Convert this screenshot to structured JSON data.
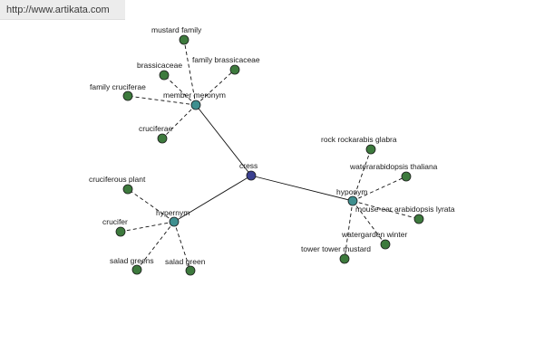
{
  "site_url": "http://www.artikata.com",
  "colors": {
    "center_node": "#3a3f8f",
    "relation_node": "#3f8f8f",
    "leaf_node": "#3d7a3d"
  },
  "graph": {
    "center": {
      "id": "cress",
      "label": "cress"
    },
    "relations": [
      {
        "id": "member-meronym",
        "label": "member meronym"
      },
      {
        "id": "hypernym",
        "label": "hypernym"
      },
      {
        "id": "hyponym",
        "label": "hyponym"
      }
    ],
    "leaves": [
      {
        "id": "mustard-family",
        "label": "mustard family",
        "relation": "member-meronym"
      },
      {
        "id": "family-brassicaceae",
        "label": "family brassicaceae",
        "relation": "member-meronym"
      },
      {
        "id": "brassicaceae",
        "label": "brassicaceae",
        "relation": "member-meronym"
      },
      {
        "id": "family-cruciferae",
        "label": "family cruciferae",
        "relation": "member-meronym"
      },
      {
        "id": "cruciferae",
        "label": "cruciferae",
        "relation": "member-meronym"
      },
      {
        "id": "cruciferous-plant",
        "label": "cruciferous plant",
        "relation": "hypernym"
      },
      {
        "id": "crucifer",
        "label": "crucifer",
        "relation": "hypernym"
      },
      {
        "id": "salad-greens",
        "label": "salad greens",
        "relation": "hypernym"
      },
      {
        "id": "salad-green",
        "label": "salad green",
        "relation": "hypernym"
      },
      {
        "id": "rock-rockarabis-glabra",
        "label": "rock rockarabis glabra",
        "relation": "hyponym"
      },
      {
        "id": "waterarabidopsis-thaliana",
        "label": "waterarabidopsis thaliana",
        "relation": "hyponym"
      },
      {
        "id": "mouse-ear-arabidopsis-lyrata",
        "label": "mouse-ear arabidopsis lyrata",
        "relation": "hyponym"
      },
      {
        "id": "watergarden-winter",
        "label": "watergarden winter",
        "relation": "hyponym"
      },
      {
        "id": "tower-tower-mustard",
        "label": "tower tower mustard",
        "relation": "hyponym"
      }
    ]
  }
}
